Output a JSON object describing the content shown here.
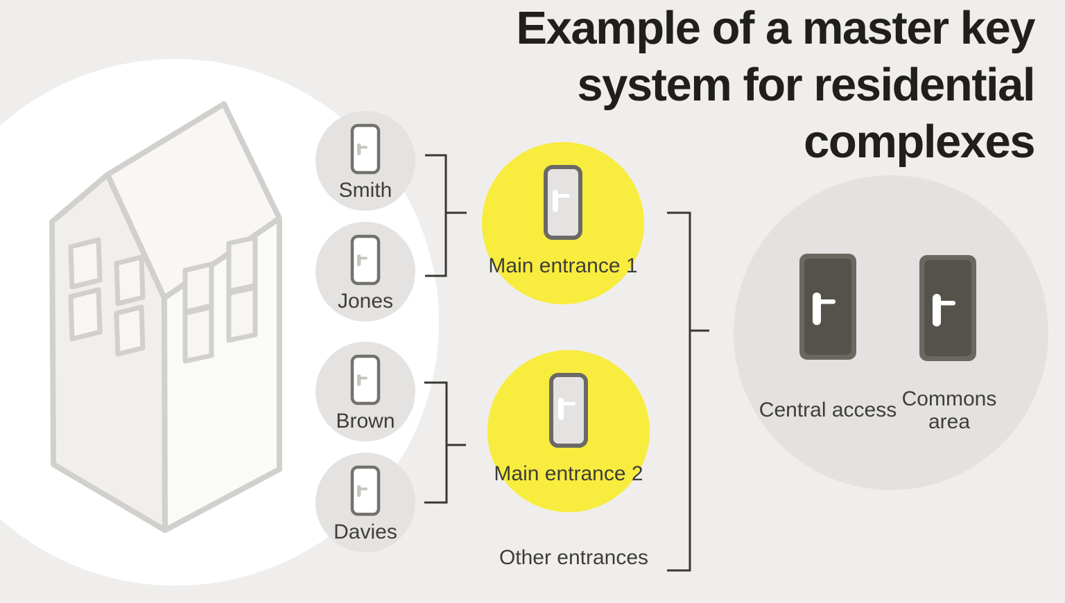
{
  "title": {
    "lines": [
      "Example of a master key",
      "system for residential",
      "complexes"
    ]
  },
  "apartment_doors": [
    {
      "label": "Smith"
    },
    {
      "label": "Jones"
    },
    {
      "label": "Brown"
    },
    {
      "label": "Davies"
    }
  ],
  "entrance_doors": [
    {
      "label": "Main entrance 1"
    },
    {
      "label": "Main entrance 2"
    }
  ],
  "other_entrances_label": "Other entrances",
  "master_doors": [
    {
      "label": "Central access"
    },
    {
      "label": "Commons area"
    }
  ],
  "icons": {
    "building": "building-icon",
    "apartment_door": "door-icon",
    "entrance_door": "door-icon",
    "master_door": "door-icon"
  },
  "colors": {
    "background": "#efeeec",
    "building_highlight_circle": "#ffffff",
    "apartment_circle": "#e4e3e1",
    "entrance_circle": "#f8ec3e",
    "master_circle": "#e3e2e0",
    "dark_door_fill": "#55524b",
    "dark_door_frame": "#6b6862",
    "connector_line": "#383734",
    "title_text": "#201f1d",
    "label_text": "#3e3d3a"
  }
}
